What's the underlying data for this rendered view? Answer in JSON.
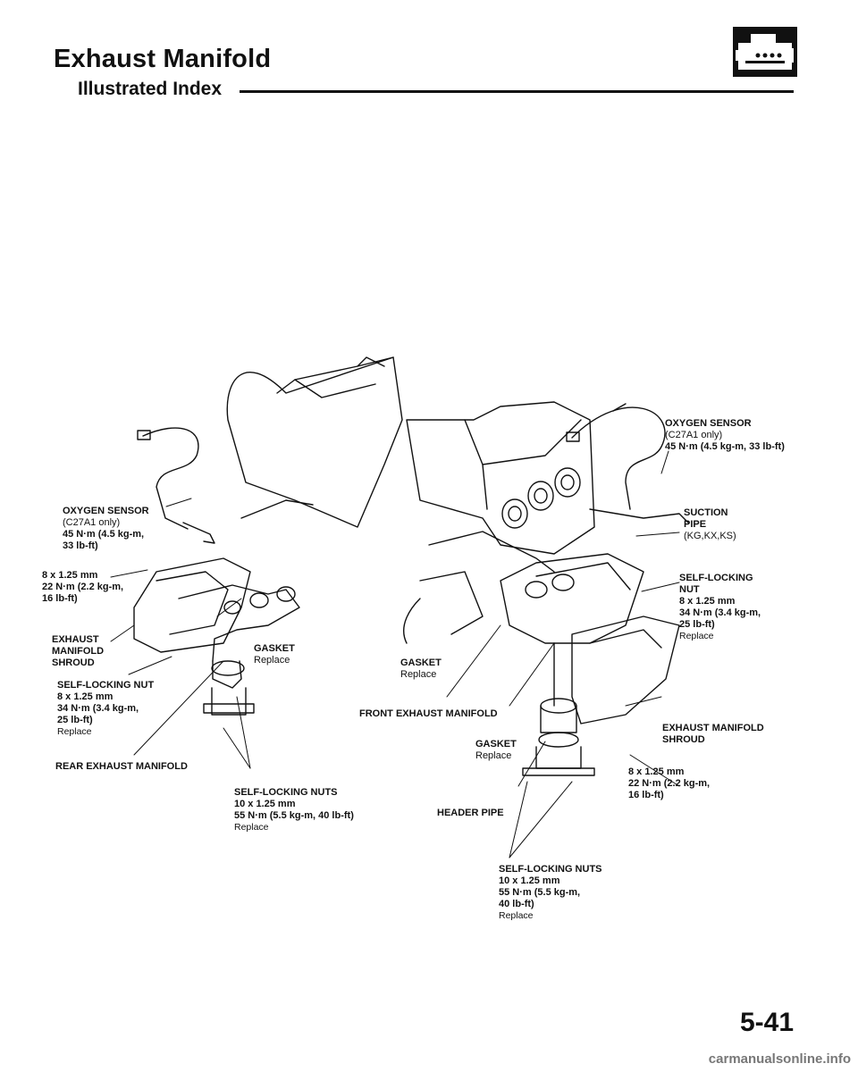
{
  "header": {
    "title": "Exhaust Manifold",
    "subtitle": "Illustrated Index",
    "section_icon": "engine-icon"
  },
  "callouts": {
    "oxygen_sensor_left": {
      "name": "OXYGEN SENSOR",
      "note": "(C27A1 only)",
      "torque1": "45 N·m (4.5 kg-m,",
      "torque2": "33 lb-ft)"
    },
    "bolt_left": {
      "size": "8 x 1.25 mm",
      "torque1": "22 N·m (2.2 kg-m,",
      "torque2": "16 lb-ft)"
    },
    "shroud_left": {
      "line1": "EXHAUST",
      "line2": "MANIFOLD",
      "line3": "SHROUD"
    },
    "gasket_left": {
      "name": "GASKET",
      "note": "Replace"
    },
    "nut_left": {
      "name": "SELF-LOCKING NUT",
      "size": "8 x 1.25 mm",
      "torque1": "34 N·m (3.4 kg-m,",
      "torque2": "25 lb-ft)",
      "note": "Replace"
    },
    "rear_manifold": {
      "name": "REAR EXHAUST MANIFOLD"
    },
    "nuts_left": {
      "name": "SELF-LOCKING NUTS",
      "size": "10 x 1.25 mm",
      "torque": "55 N·m (5.5 kg-m, 40 lb-ft)",
      "note": "Replace"
    },
    "oxygen_sensor_right": {
      "name": "OXYGEN SENSOR",
      "note": "(C27A1 only)",
      "torque": "45 N·m (4.5 kg-m, 33 lb-ft)"
    },
    "suction_pipe": {
      "line1": "SUCTION",
      "line2": "PIPE",
      "note": "(KG,KX,KS)"
    },
    "nut_right": {
      "line1": "SELF-LOCKING",
      "line2": "NUT",
      "size": "8 x 1.25 mm",
      "torque1": "34 N·m (3.4 kg-m,",
      "torque2": "25 lb-ft)",
      "note": "Replace"
    },
    "gasket_center": {
      "name": "GASKET",
      "note": "Replace"
    },
    "front_manifold": {
      "name": "FRONT EXHAUST MANIFOLD"
    },
    "shroud_right": {
      "line1": "EXHAUST MANIFOLD",
      "line2": "SHROUD"
    },
    "gasket_lower": {
      "name": "GASKET",
      "note": "Replace"
    },
    "bolt_right": {
      "size": "8 x 1.25 mm",
      "torque1": "22 N·m (2.2 kg-m,",
      "torque2": "16 lb-ft)"
    },
    "header_pipe": {
      "name": "HEADER PIPE"
    },
    "nuts_right": {
      "name": "SELF-LOCKING NUTS",
      "size": "10 x 1.25 mm",
      "torque1": "55 N·m (5.5 kg-m,",
      "torque2": "40 lb-ft)",
      "note": "Replace"
    }
  },
  "footer": {
    "page_number": "5-41",
    "watermark": "carmanualsonline.info"
  }
}
